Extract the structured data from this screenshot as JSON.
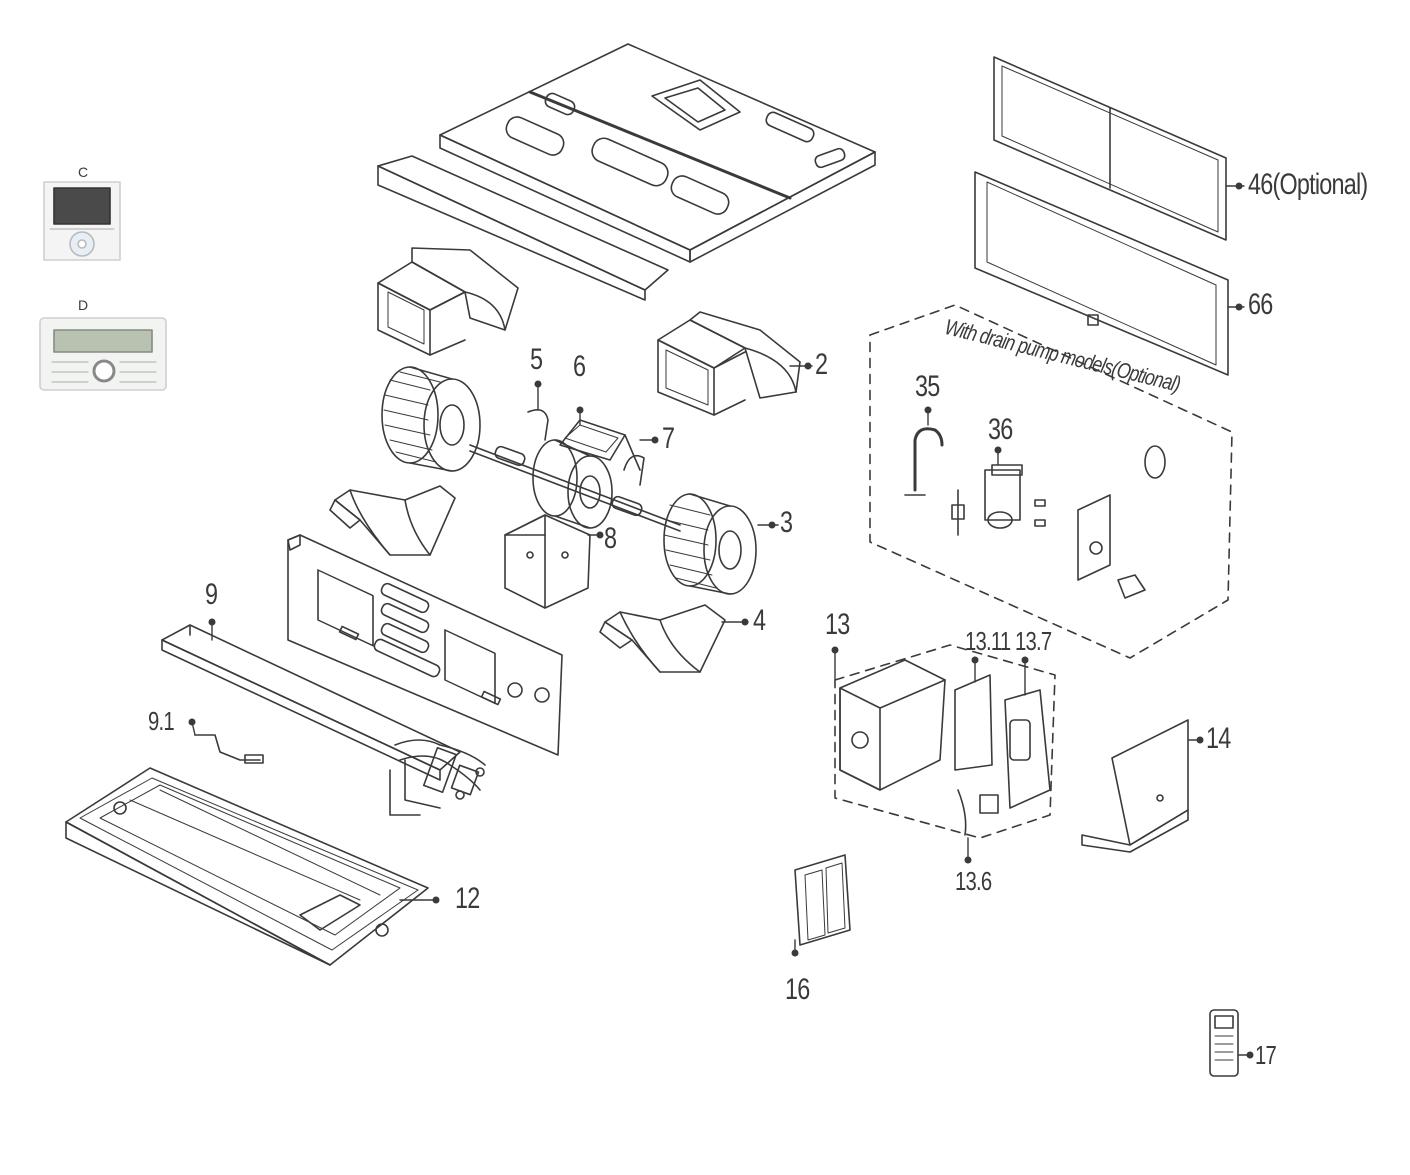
{
  "controllers": {
    "c_label": "C",
    "d_label": "D"
  },
  "drain_pump_note": "With drain pump models(Optional)",
  "callouts": {
    "p46": "46(Optional)",
    "p66": "66",
    "p2": "2",
    "p3": "3",
    "p4": "4",
    "p5": "5",
    "p6": "6",
    "p7": "7",
    "p8": "8",
    "p9": "9",
    "p9_1": "9.1",
    "p12": "12",
    "p13": "13",
    "p13_11": "13.11",
    "p13_7": "13.7",
    "p13_6": "13.6",
    "p14": "14",
    "p16": "16",
    "p17": "17",
    "p35": "35",
    "p36": "36"
  },
  "colors": {
    "line": "#3a3a3a",
    "screen": "#4a4a4a",
    "lcd": "#b8c2b0"
  }
}
